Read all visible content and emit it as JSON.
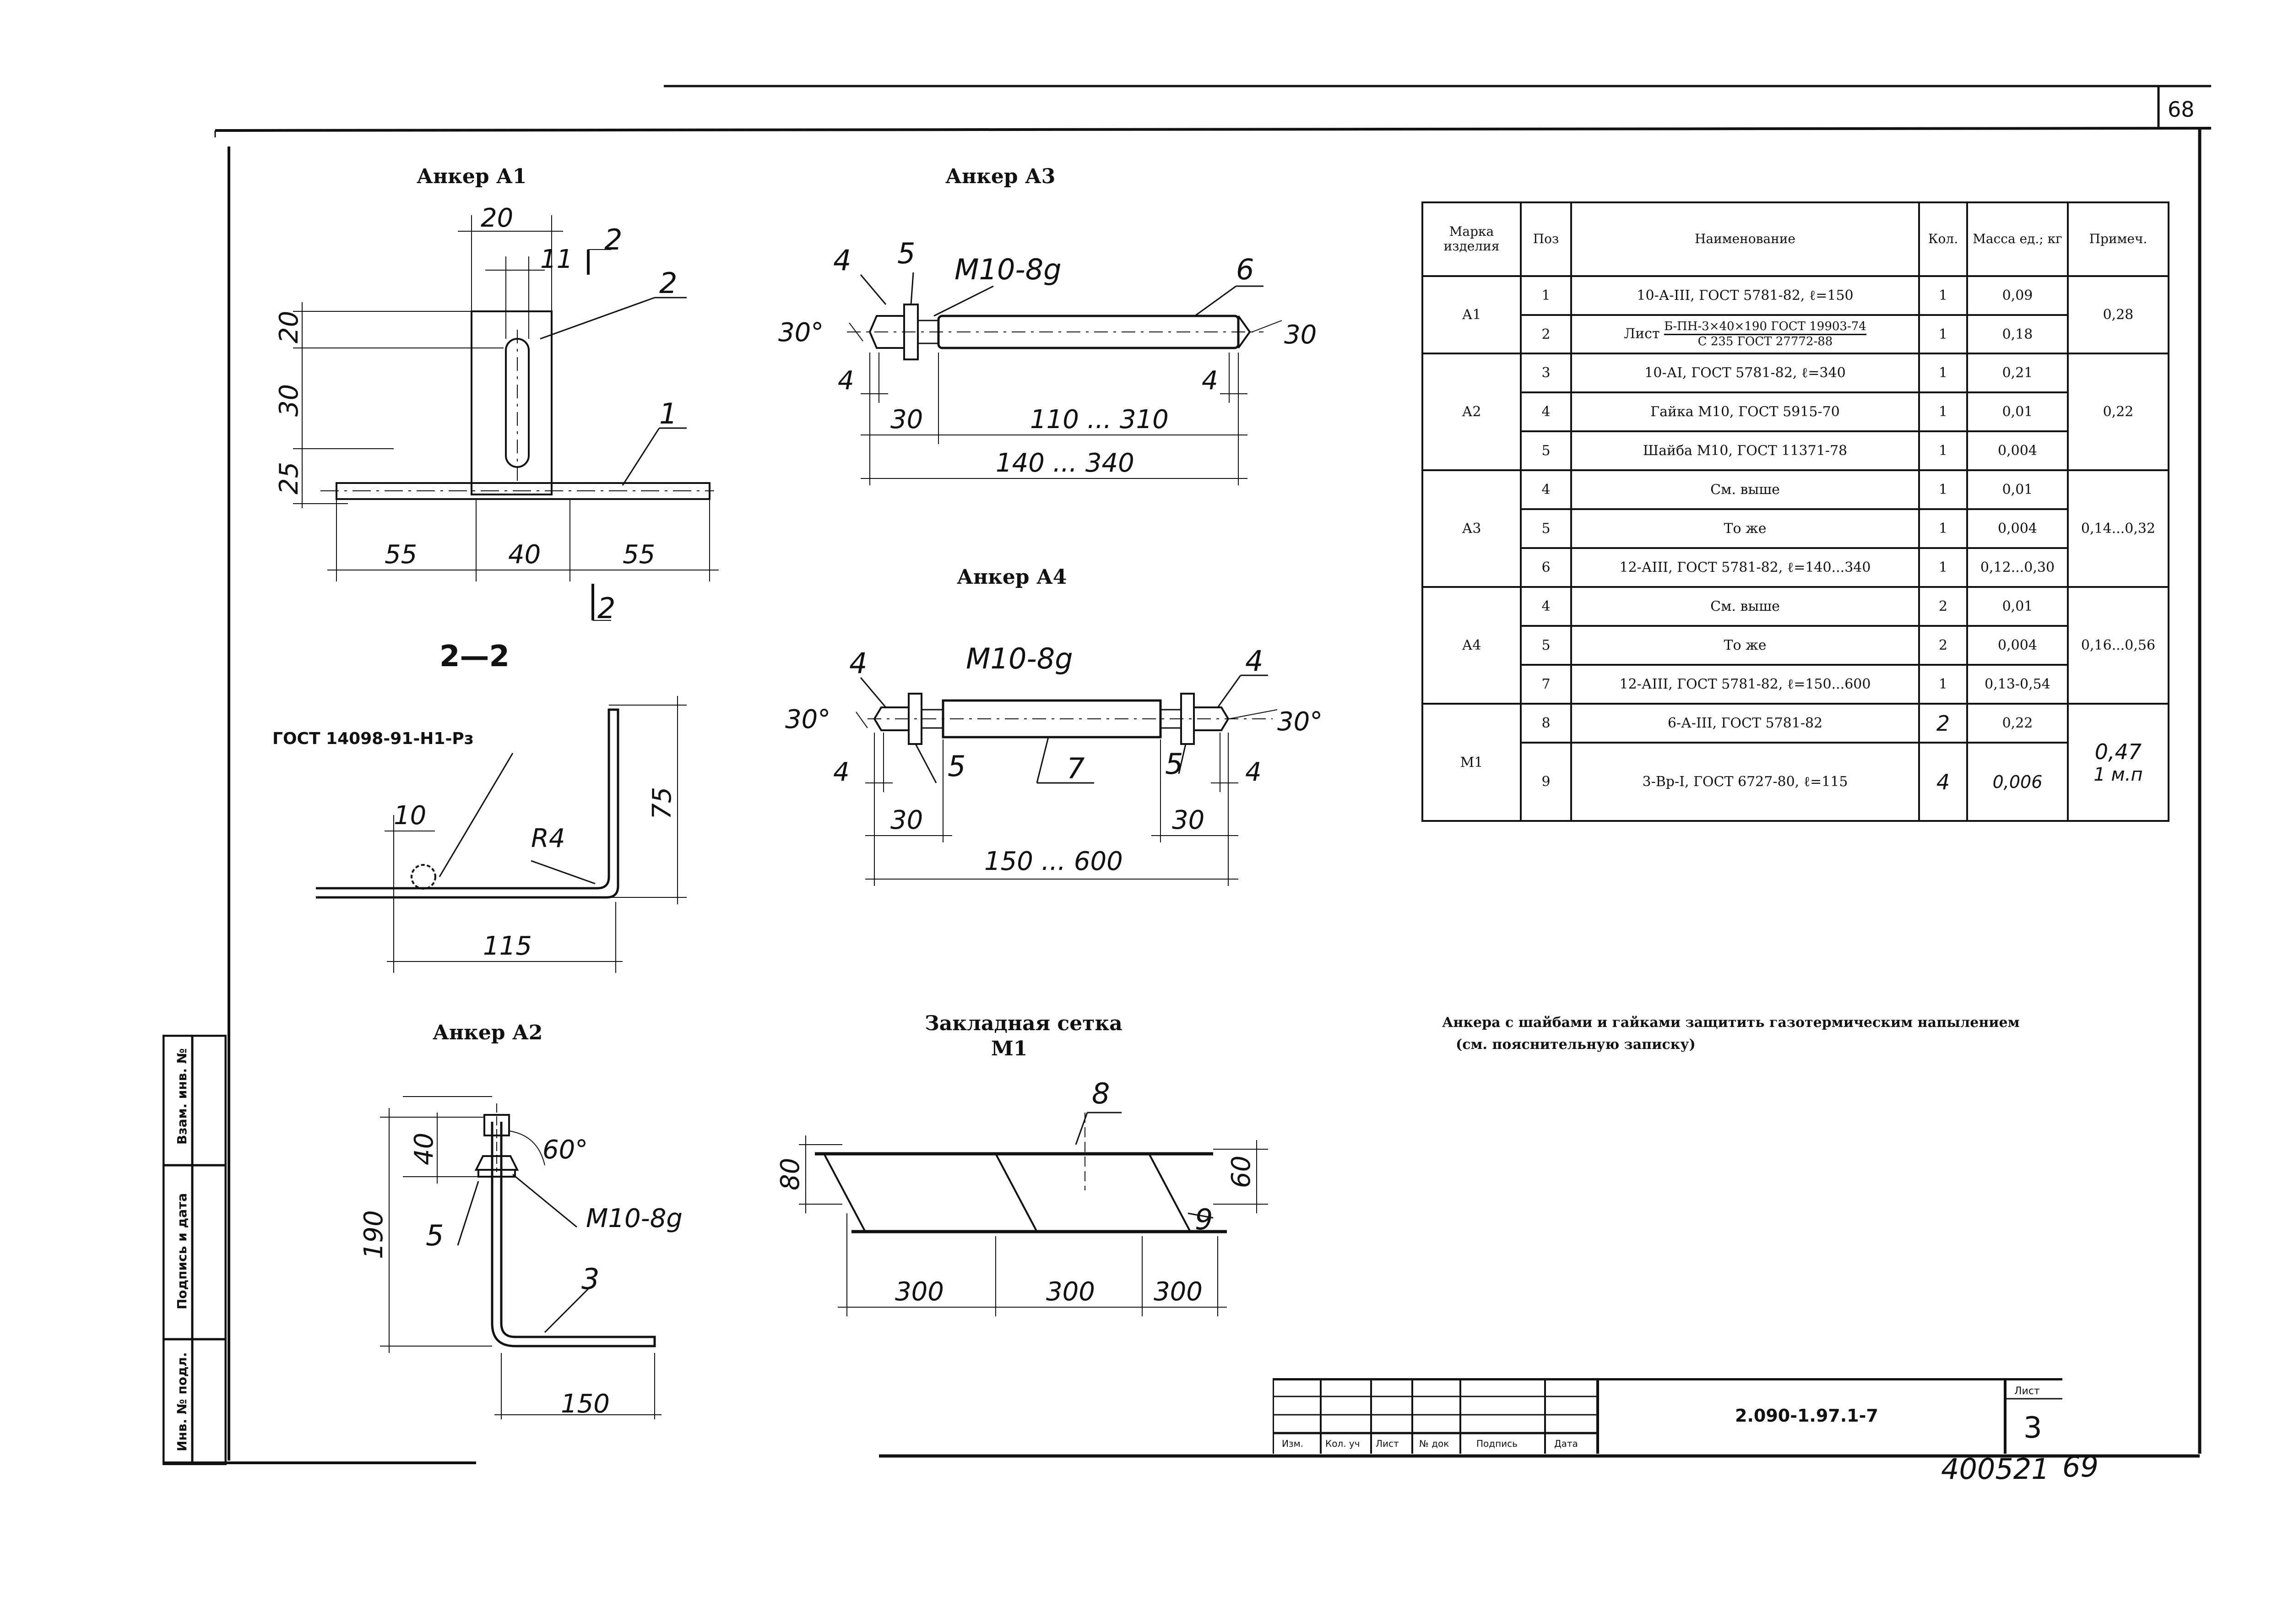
{
  "sheet": {
    "page_number_top": "68",
    "doc_code": "2.090-1.97.1-7",
    "sheet_label": "Лист",
    "sheet_number": "3",
    "archive_number": "400521",
    "archive_page": "69"
  },
  "side_stamp": {
    "field_inv_orig": "Инв. № подл.",
    "field_sign_date": "Подпись и дата",
    "field_replace_inv": "Взам. инв. №"
  },
  "title_block": {
    "cols": [
      "Изм.",
      "Кол. уч",
      "Лист",
      "№ док",
      "Подпись",
      "Дата"
    ]
  },
  "drawings": {
    "a1": {
      "title": "Анкер А1",
      "dims": [
        "20",
        "11",
        "20",
        "30",
        "25",
        "55",
        "40",
        "55"
      ],
      "section_marker": "2",
      "leaders": [
        "2",
        "1"
      ]
    },
    "section22": {
      "title": "2—2",
      "weld_note": "ГОСТ 14098-91-Н1-Рз",
      "dims": [
        "10",
        "R4",
        "75",
        "115"
      ]
    },
    "a2": {
      "title": "Анкер А2",
      "dims": [
        "40",
        "190",
        "150",
        "60°"
      ],
      "thread": "М10-8g",
      "leaders": [
        "5",
        "3"
      ]
    },
    "a3": {
      "title": "Анкер А3",
      "thread": "М10-8g",
      "leaders": [
        "4",
        "5",
        "6"
      ],
      "angles": [
        "30°",
        "30"
      ],
      "dims": [
        "4",
        "4",
        "30",
        "110 ... 310",
        "140 ... 340"
      ]
    },
    "a4": {
      "title": "Анкер А4",
      "thread": "М10-8g",
      "leaders": [
        "4",
        "4",
        "5",
        "7",
        "5"
      ],
      "angles": [
        "30°",
        "30°"
      ],
      "dims": [
        "4",
        "4",
        "30",
        "30",
        "150 ... 600"
      ]
    },
    "m1": {
      "title": "Закладная сетка",
      "subtitle": "М1",
      "leaders": [
        "8",
        "9"
      ],
      "dims": [
        "80",
        "60",
        "300",
        "300",
        "300"
      ]
    }
  },
  "spec_table": {
    "headers": [
      "Марка изделия",
      "Поз",
      "Наименование",
      "Кол.",
      "Масса ед.; кг",
      "Примеч."
    ],
    "groups": [
      {
        "mark": "А1",
        "note": "0,28",
        "rows": [
          {
            "pos": "1",
            "name": "10-А-III, ГОСТ 5781-82, ℓ=150",
            "qty": "1",
            "mass": "0,09"
          },
          {
            "pos": "2",
            "name_prefix": "Лист",
            "name_num": "Б-ПН-3×40×190 ГОСТ 19903-74",
            "name_den": "С 235 ГОСТ 27772-88",
            "qty": "1",
            "mass": "0,18"
          }
        ]
      },
      {
        "mark": "А2",
        "note": "0,22",
        "rows": [
          {
            "pos": "3",
            "name": "10-АI, ГОСТ 5781-82, ℓ=340",
            "qty": "1",
            "mass": "0,21"
          },
          {
            "pos": "4",
            "name": "Гайка М10, ГОСТ 5915-70",
            "qty": "1",
            "mass": "0,01"
          },
          {
            "pos": "5",
            "name": "Шайба М10, ГОСТ 11371-78",
            "qty": "1",
            "mass": "0,004"
          }
        ]
      },
      {
        "mark": "А3",
        "note": "0,14...0,32",
        "rows": [
          {
            "pos": "4",
            "name": "См. выше",
            "qty": "1",
            "mass": "0,01"
          },
          {
            "pos": "5",
            "name": "То же",
            "qty": "1",
            "mass": "0,004"
          },
          {
            "pos": "6",
            "name": "12-АIII, ГОСТ 5781-82, ℓ=140...340",
            "qty": "1",
            "mass": "0,12...0,30"
          }
        ]
      },
      {
        "mark": "А4",
        "note": "0,16...0,56",
        "rows": [
          {
            "pos": "4",
            "name": "См. выше",
            "qty": "2",
            "mass": "0,01"
          },
          {
            "pos": "5",
            "name": "То же",
            "qty": "2",
            "mass": "0,004"
          },
          {
            "pos": "7",
            "name": "12-АIII, ГОСТ 5781-82, ℓ=150...600",
            "qty": "1",
            "mass": "0,13-0,54"
          }
        ]
      },
      {
        "mark": "М1",
        "note": "0,47",
        "note2": "1 м.п",
        "rows": [
          {
            "pos": "8",
            "name": "6-А-III, ГОСТ 5781-82",
            "qty": "2",
            "mass": "0,22"
          },
          {
            "pos": "9",
            "name": "3-Вр-I, ГОСТ 6727-80, ℓ=115",
            "qty": "4",
            "mass": "0,006"
          }
        ]
      }
    ]
  },
  "notes": {
    "line1": "Анкера с шайбами и гайками защитить газотермическим напылением",
    "line2": "(см. пояснительную записку)"
  }
}
